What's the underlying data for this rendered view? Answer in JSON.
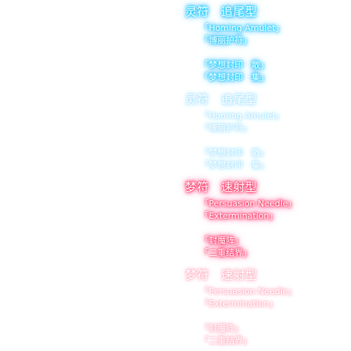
{
  "blocks": [
    {
      "title": "灵符　追尾型",
      "cards": [
        "「Homing Amulet」",
        "「博丽护符」",
        "",
        "「梦想封印　散」",
        "「梦想封印　集」"
      ],
      "glow_color": "#00c8ff",
      "state": "bright"
    },
    {
      "title": "灵符　追尾型",
      "cards": [
        "「Homing Amulet」",
        "「博丽护符」",
        "",
        "「梦想封印　散」",
        "「梦想封印　集」"
      ],
      "glow_color": "#a8e0ff",
      "state": "faded"
    },
    {
      "title": "梦符　速射型",
      "cards": [
        "「Persuasion Needle」",
        "「Extermination」",
        "",
        "「封魔阵」",
        "「二重结界」"
      ],
      "glow_color": "#ff3060",
      "state": "bright"
    },
    {
      "title": "梦符　速射型",
      "cards": [
        "「Persuasion Needle」",
        "「Extermination」",
        "",
        "「封魔阵」",
        "「二重结界」"
      ],
      "glow_color": "#ffb0c4",
      "state": "faded"
    }
  ]
}
